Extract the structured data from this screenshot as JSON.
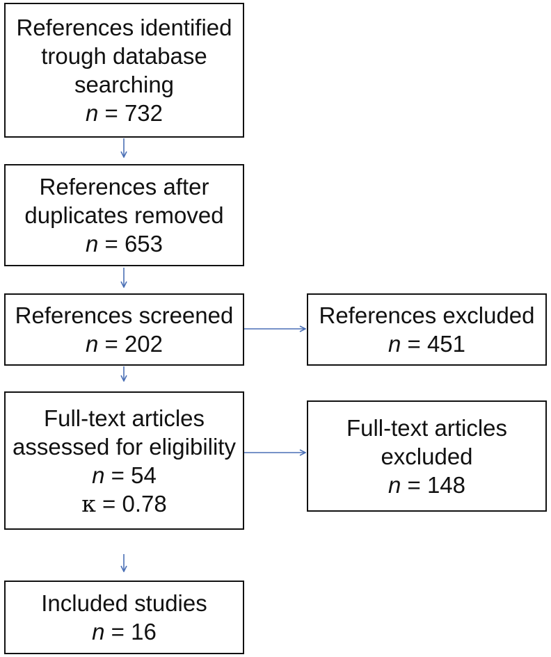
{
  "flow": {
    "identified": {
      "label_lines": [
        "References identified",
        "trough database",
        "searching"
      ],
      "n": "732"
    },
    "deduplicated": {
      "label_lines": [
        "References after",
        "duplicates removed"
      ],
      "n": "653"
    },
    "screened": {
      "label_lines": [
        "References screened"
      ],
      "n": "202"
    },
    "assessed": {
      "label_lines": [
        "Full-text articles",
        "assessed for eligibility"
      ],
      "n": "54",
      "kappa_symbol": "κ",
      "kappa": "0.78"
    },
    "included": {
      "label_lines": [
        "Included studies"
      ],
      "n": "16"
    },
    "excluded_screening": {
      "label_lines": [
        "References excluded"
      ],
      "n": "451"
    },
    "excluded_fulltext": {
      "label_lines": [
        "Full-text articles",
        "excluded"
      ],
      "n": "148"
    }
  },
  "n_symbol": "n",
  "eq": " = ",
  "colors": {
    "arrow": "#4a6fb5",
    "border": "#111111",
    "text": "#111111"
  }
}
